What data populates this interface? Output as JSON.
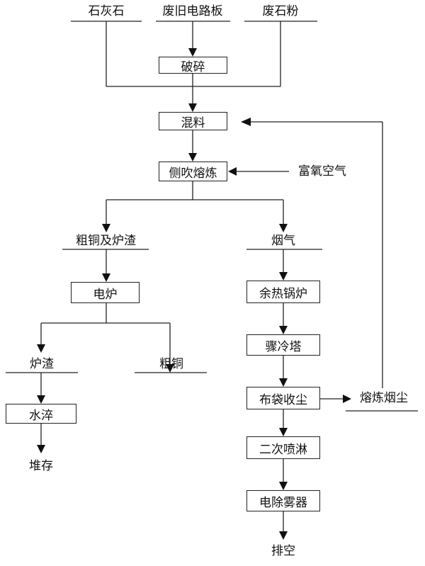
{
  "inputs": {
    "limestone": "石灰石",
    "waste_pcb": "废旧电路板",
    "waste_stone_powder": "废石粉"
  },
  "steps": {
    "crushing": "破碎",
    "mixing": "混料",
    "side_blowing_smelting": "侧吹熔炼",
    "oxygen_enriched_air": "富氧空气",
    "crude_copper_and_slag": "粗铜及炉渣",
    "flue_gas": "烟气",
    "electric_furnace": "电炉",
    "slag": "炉渣",
    "crude_copper": "粗铜",
    "water_quenching": "水淬",
    "stockpile": "堆存",
    "waste_heat_boiler": "余热锅炉",
    "quench_tower": "骤冷塔",
    "bag_dust_collector": "布袋收尘",
    "smelting_dust": "熔炼烟尘",
    "secondary_spray": "二次喷淋",
    "electrostatic_demister": "电除雾器",
    "discharge": "排空"
  }
}
